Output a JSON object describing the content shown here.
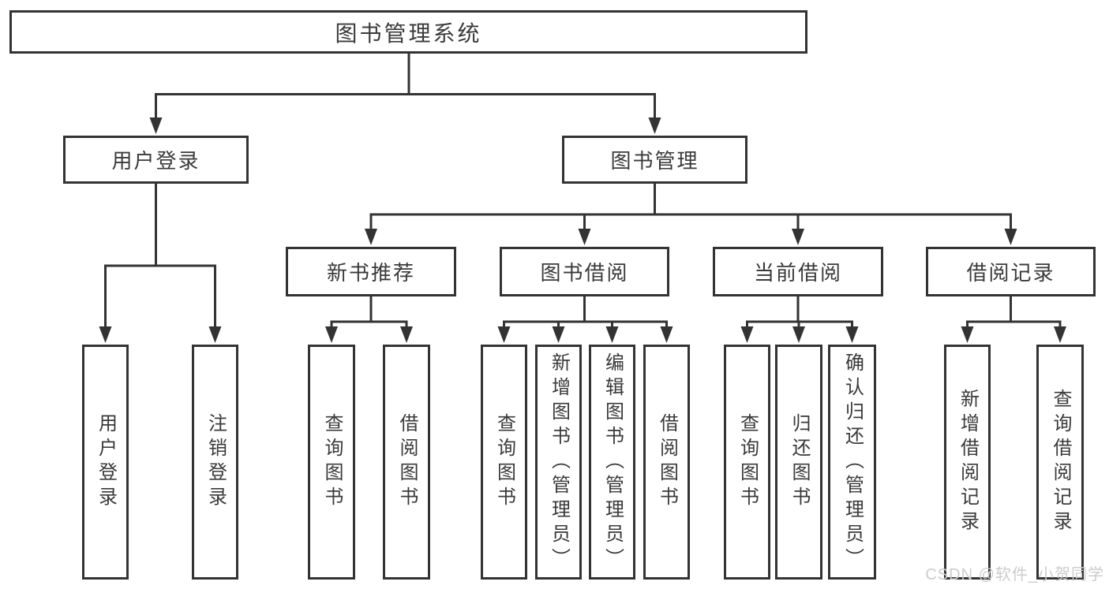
{
  "diagram": {
    "root": {
      "label": "图书管理系统"
    },
    "branches": [
      {
        "label": "用户登录",
        "children": [
          {
            "label": "用户登录"
          },
          {
            "label": "注销登录"
          }
        ]
      },
      {
        "label": "图书管理",
        "children": [
          {
            "label": "新书推荐",
            "children": [
              {
                "label": "查询图书"
              },
              {
                "label": "借阅图书"
              }
            ]
          },
          {
            "label": "图书借阅",
            "children": [
              {
                "label": "查询图书"
              },
              {
                "label": "新增图书（管理员）"
              },
              {
                "label": "编辑图书（管理员）"
              },
              {
                "label": "借阅图书"
              }
            ]
          },
          {
            "label": "当前借阅",
            "children": [
              {
                "label": "查询图书"
              },
              {
                "label": "归还图书"
              },
              {
                "label": "确认归还（管理员）"
              }
            ]
          },
          {
            "label": "借阅记录",
            "children": [
              {
                "label": "新增借阅记录"
              },
              {
                "label": "查询借阅记录"
              }
            ]
          }
        ]
      }
    ],
    "watermark": "CSDN @软件_小贺同学",
    "colors": {
      "line": "#333333",
      "text": "#3a3a3a",
      "background": "#ffffff",
      "watermark": "#cccccc"
    }
  }
}
